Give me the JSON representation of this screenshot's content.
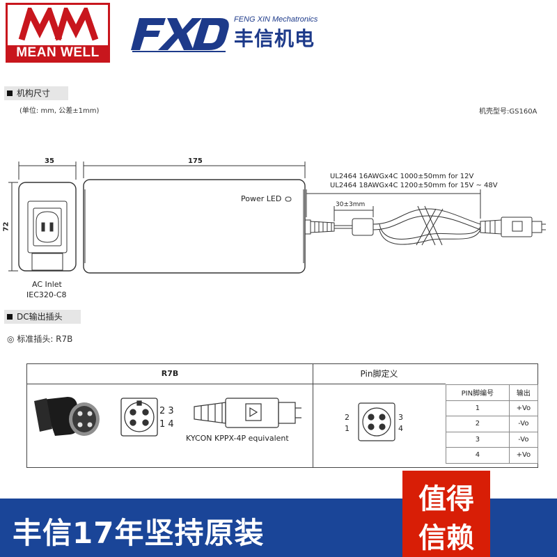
{
  "brand": {
    "meanwell_mark": "MW",
    "meanwell_name": "MEAN WELL",
    "fxd_letters": "FXD",
    "fxd_subtitle": "FENG XIN Mechatronics",
    "fxd_chinese": "丰信机电"
  },
  "mechanical": {
    "section_title": "机构尺寸",
    "unit_note": "(单位: mm, 公差±1mm)",
    "case_model": "机壳型号:GS160A",
    "dim_width_inlet": "35",
    "dim_length": "175",
    "dim_height": "72",
    "power_led_label": "Power LED",
    "cable_spec_12v": "UL2464 16AWGx4C 1000±50mm for 12V",
    "cable_spec_15_48v": "UL2464 18AWGx4C 1200±50mm for 15V ~ 48V",
    "ferrite_dim": "30±3mm",
    "ac_inlet_line1": "AC Inlet",
    "ac_inlet_line2": "IEC320-C8"
  },
  "dc_plug": {
    "section_title": "DC输出插头",
    "standard_plug": "标准插头: R7B",
    "table_left_header": "R7B",
    "table_right_header": "Pin脚定义",
    "pin_digits_top": "2 3",
    "pin_digits_bottom": "1 4",
    "kycon_note": "KYCON  KPPX-4P equivalent",
    "pin_left_top": "2",
    "pin_left_bottom": "1",
    "pin_right_top": "3",
    "pin_right_bottom": "4",
    "pin_col_header": "PIN脚编号",
    "output_col_header": "输出",
    "pins": [
      {
        "no": "1",
        "out": "+Vo"
      },
      {
        "no": "2",
        "out": "-Vo"
      },
      {
        "no": "3",
        "out": "-Vo"
      },
      {
        "no": "4",
        "out": "+Vo"
      }
    ]
  },
  "banner": {
    "main_text": "丰信17年坚持原装",
    "trust_line1": "值得",
    "trust_line2": "信赖"
  },
  "colors": {
    "meanwell_red": "#c8161d",
    "fxd_blue": "#1d3a8a",
    "banner_blue": "#1a4598",
    "trust_red": "#d81e06"
  }
}
